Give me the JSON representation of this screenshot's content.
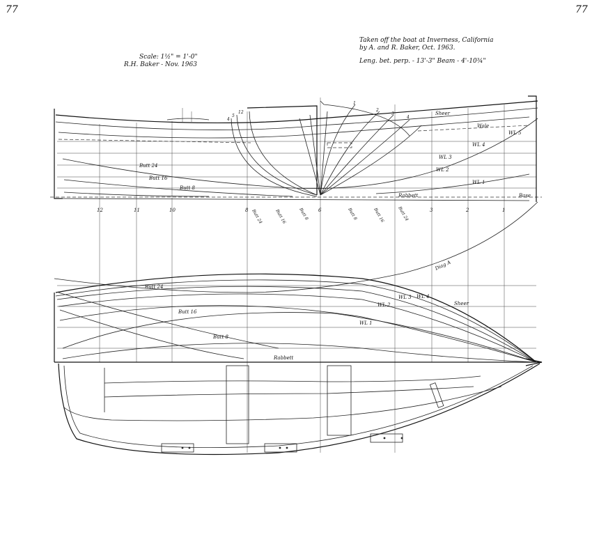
{
  "corner_marks": {
    "left": "77",
    "right": "77"
  },
  "title_left": {
    "scale": "Scale: 1½\" = 1'-0\"",
    "author": "R.H. Baker - Nov. 1963"
  },
  "title_right": {
    "line1": "Taken off the boat at Inverness, California",
    "line2": "by A. and R. Baker, Oct. 1963.",
    "line3": "Leng. bet. perp. - 13'-3\"    Beam - 4'-10¾\""
  },
  "profile_labels": {
    "sheer": "Sheer",
    "wale": "Wale",
    "wl5": "WL 5",
    "wl4": "WL 4",
    "wl3": "WL 3",
    "wl2": "WL 2",
    "wl1": "WL 1",
    "rabbet": "Rabbett",
    "base": "Base",
    "butt24": "Butt 24",
    "butt16": "Butt 16",
    "butt8": "Butt 8"
  },
  "section_marks": {
    "s4": "4",
    "s5": "5",
    "s12": "12",
    "s1": "1",
    "s2": "2",
    "s3": "3",
    "s4b": "4"
  },
  "station_numbers": [
    "12",
    "11",
    "10",
    "8",
    "6",
    "3",
    "2",
    "1"
  ],
  "butt_marks": [
    "Butt 24",
    "Butt 16",
    "Butt 8",
    "Butt 8",
    "Butt 16",
    "Butt 24"
  ],
  "plan_labels": {
    "diag": "Diag A",
    "butt24": "Butt 24",
    "butt16": "Butt 16",
    "butt8": "Butt 8",
    "rabbet": "Rabbett",
    "wl1": "WL 1",
    "wl2": "WL 2",
    "wl3": "WL 3",
    "wl4": "WL 4",
    "sheer": "Sheer"
  },
  "colors": {
    "ink": "#111111",
    "paper": "#ffffff"
  }
}
